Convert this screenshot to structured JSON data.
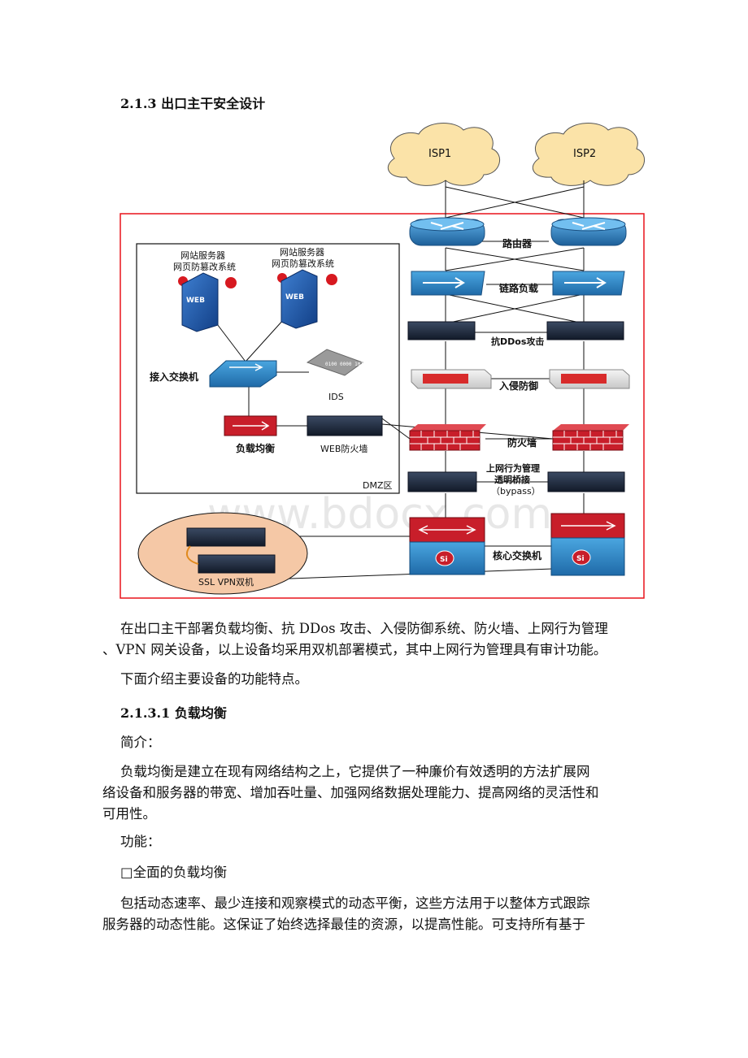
{
  "section_heading": "2.1.3 出口主干安全设计",
  "diagram": {
    "isp1": "ISP1",
    "isp2": "ISP2",
    "router": "路由器",
    "link_lb": "链路负载",
    "anti_ddos": "抗DDos攻击",
    "ips": "入侵防御",
    "firewall": "防火墙",
    "behavior_mgmt_line1": "上网行为管理",
    "behavior_mgmt_line2": "透明桥接",
    "behavior_mgmt_line3": "（bypass）",
    "core_switch": "核心交换机",
    "web_server_line1": "网站服务器",
    "web_server_line2": "网页防篡改系统",
    "web_badge": "WEB",
    "access_switch": "接入交换机",
    "ids": "IDS",
    "ids_icon_text": "0100 0000 1011",
    "load_balancer": "负载均衡",
    "web_firewall": "WEB防火墙",
    "dmz": "DMZ区",
    "ssl_vpn": "SSL VPN双机",
    "si": "Si",
    "watermark": "www.bdocx.com"
  },
  "paragraphs": {
    "p1_line1": "在出口主干部署负载均衡、抗 DDos 攻击、入侵防御系统、防火墙、上网行为管理",
    "p1_line2": "、VPN 网关设备，以上设备均采用双机部署模式，其中上网行为管理具有审计功能。",
    "p2": "下面介绍主要设备的功能特点。",
    "subheading": "2.1.3.1 负载均衡",
    "intro_label": "简介：",
    "p3_line1": "负载均衡是建立在现有网络结构之上，它提供了一种廉价有效透明的方法扩展网",
    "p3_line2": "络设备和服务器的带宽、增加吞吐量、加强网络数据处理能力、提高网络的灵活性和",
    "p3_line3": "可用性。",
    "func_label": "功能：",
    "bullet": "□全面的负载均衡",
    "p4_line1": "包括动态速率、最少连接和观察模式的动态平衡，这些方法用于以整体方式跟踪",
    "p4_line2": "服务器的动态性能。这保证了始终选择最佳的资源，以提高性能。可支持所有基于"
  },
  "colors": {
    "frame_red": "#e8121a",
    "cloud": "#fbe3a8",
    "router_blue": "#2f86c9",
    "firewall_red": "#c81e2a",
    "vpn_oval": "#f5c8a6"
  }
}
